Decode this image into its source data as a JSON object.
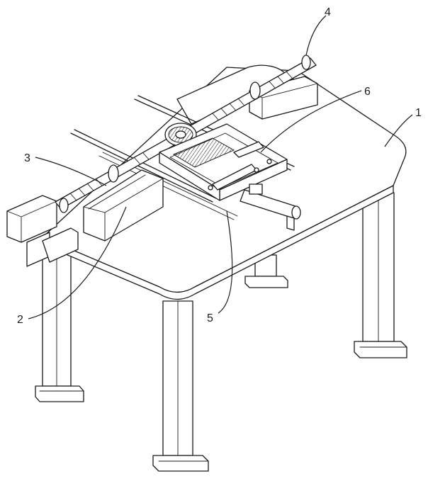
{
  "callouts": [
    {
      "id": "1",
      "text": "1"
    },
    {
      "id": "2",
      "text": "2"
    },
    {
      "id": "3",
      "text": "3"
    },
    {
      "id": "4",
      "text": "4"
    },
    {
      "id": "5",
      "text": "5"
    },
    {
      "id": "6",
      "text": "6"
    }
  ],
  "colors": {
    "line": "#1a1a1a",
    "background": "#ffffff"
  }
}
